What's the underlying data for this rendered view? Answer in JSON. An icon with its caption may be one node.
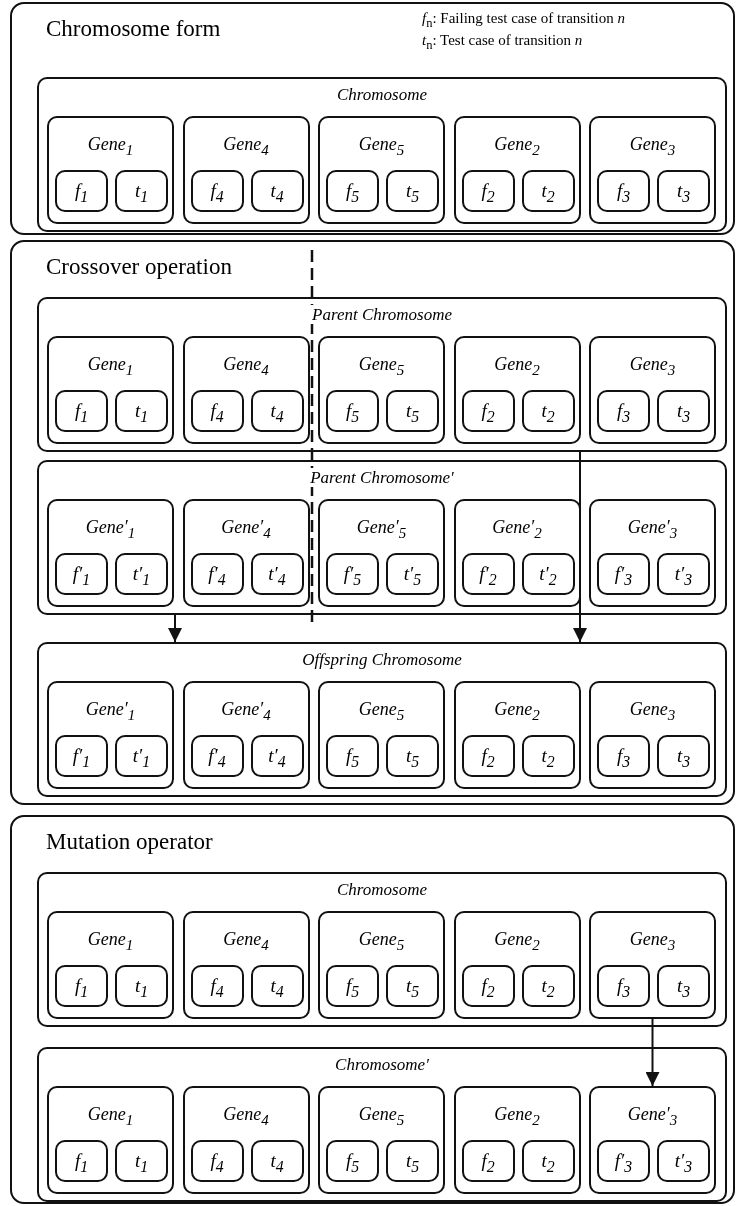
{
  "diagram": {
    "nodes": [
      {
        "text": [
          "Chromosome form"
        ]
      },
      {
        "text": [
          "Chromosome"
        ],
        "in": 0
      },
      {
        "text": [
          "Gene$_{1}$"
        ],
        "in": 1
      },
      {
        "text": [
          "f$_{1}$"
        ],
        "in": 2
      },
      {
        "text": [
          "t$_{1}$"
        ],
        "in": 2
      },
      {
        "text": [
          "Gene$_{4}$"
        ],
        "in": 1
      },
      {
        "text": [
          "f$_{4}$"
        ],
        "in": 5
      },
      {
        "text": [
          "t$_{4}$"
        ],
        "in": 5
      },
      {
        "text": [
          "Gene$_{5}$"
        ],
        "in": 1
      },
      {
        "text": [
          "f$_{5}$"
        ],
        "in": 8
      },
      {
        "text": [
          "t$_{5}$"
        ],
        "in": 8
      },
      {
        "text": [
          "Gene$_{2}$"
        ],
        "in": 1
      },
      {
        "text": [
          "f$_{2}$"
        ],
        "in": 11
      },
      {
        "text": [
          "t$_{2}$"
        ],
        "in": 11
      },
      {
        "text": [
          "Gene$_{3}$"
        ],
        "in": 1
      },
      {
        "text": [
          "f$_{3}$"
        ],
        "in": 14
      },
      {
        "text": [
          "t$_{3}$"
        ],
        "in": 14
      },
      {
        "text": [
          "Crossover operation"
        ]
      },
      {
        "text": [
          "Parent Chromosome"
        ],
        "in": 17
      },
      {
        "text": [
          "Gene$_{1}$"
        ],
        "in": 18
      },
      {
        "text": [
          "f$_{1}$"
        ],
        "in": 19
      },
      {
        "text": [
          "t$_{1}$"
        ],
        "in": 19
      },
      {
        "text": [
          "Gene$_{4}$"
        ],
        "in": 18
      },
      {
        "text": [
          "f$_{4}$"
        ],
        "in": 22
      },
      {
        "text": [
          "t$_{4}$"
        ],
        "in": 22
      },
      {
        "text": [
          "Gene$_{5}$"
        ],
        "in": 18
      },
      {
        "text": [
          "f$_{5}$"
        ],
        "in": 25
      },
      {
        "text": [
          "t$_{5}$"
        ],
        "in": 25
      },
      {
        "text": [
          "Gene$_{2}$"
        ],
        "in": 18
      },
      {
        "text": [
          "f$_{2}$"
        ],
        "in": 28
      },
      {
        "text": [
          "t$_{2}$"
        ],
        "in": 28
      },
      {
        "text": [
          "Gene$_{3}$"
        ],
        "in": 18
      },
      {
        "text": [
          "f$_{3}$"
        ],
        "in": 31
      },
      {
        "text": [
          "t$_{3}$"
        ],
        "in": 31
      },
      {
        "text": [
          "Parent Chromosome′"
        ],
        "in": 17
      },
      {
        "text": [
          "Gene′$_{1}$"
        ],
        "in": 34
      },
      {
        "text": [
          "f′$_{1}$"
        ],
        "in": 35
      },
      {
        "text": [
          "t′$_{1}$"
        ],
        "in": 35
      },
      {
        "text": [
          "Gene′$_{4}$"
        ],
        "in": 34
      },
      {
        "text": [
          "f′$_{4}$"
        ],
        "in": 38
      },
      {
        "text": [
          "t′$_{4}$"
        ],
        "in": 38
      },
      {
        "text": [
          "Gene′$_{5}$"
        ],
        "in": 34
      },
      {
        "text": [
          "f′$_{5}$"
        ],
        "in": 41
      },
      {
        "text": [
          "t′$_{5}$"
        ],
        "in": 41
      },
      {
        "text": [
          "Gene′$_{2}$"
        ],
        "in": 34
      },
      {
        "text": [
          "f′$_{2}$"
        ],
        "in": 44
      },
      {
        "text": [
          "t′$_{2}$"
        ],
        "in": 44
      },
      {
        "text": [
          "Gene′$_{3}$"
        ],
        "in": 34
      },
      {
        "text": [
          "f′$_{3}$"
        ],
        "in": 47
      },
      {
        "text": [
          "t′$_{3}$"
        ],
        "in": 47
      },
      {
        "text": [
          "Offspring Chromosome"
        ],
        "in": 17
      },
      {
        "text": [
          "Gene′$_{1}$"
        ],
        "in": 50
      },
      {
        "text": [
          "f′$_{1}$"
        ],
        "in": 51
      },
      {
        "text": [
          "t′$_{1}$"
        ],
        "in": 51
      },
      {
        "text": [
          "Gene′$_{4}$"
        ],
        "in": 50
      },
      {
        "text": [
          "f′$_{4}$"
        ],
        "in": 54
      },
      {
        "text": [
          "t′$_{4}$"
        ],
        "in": 54
      },
      {
        "text": [
          "Gene$_{5}$"
        ],
        "in": 50
      },
      {
        "text": [
          "f$_{5}$"
        ],
        "in": 57
      },
      {
        "text": [
          "t$_{5}$"
        ],
        "in": 57
      },
      {
        "text": [
          "Gene$_{2}$"
        ],
        "in": 50
      },
      {
        "text": [
          "f$_{2}$"
        ],
        "in": 60
      },
      {
        "text": [
          "t$_{2}$"
        ],
        "in": 60
      },
      {
        "text": [
          "Gene$_{3}$"
        ],
        "in": 50
      },
      {
        "text": [
          "f$_{3}$"
        ],
        "in": 63
      },
      {
        "text": [
          "t$_{3}$"
        ],
        "in": 63
      },
      {
        "text": [
          "Mutation operator"
        ]
      },
      {
        "text": [
          "Chromosome"
        ],
        "in": 66
      },
      {
        "text": [
          "Gene$_{1}$"
        ],
        "in": 67
      },
      {
        "text": [
          "f$_{1}$"
        ],
        "in": 68
      },
      {
        "text": [
          "t$_{1}$"
        ],
        "in": 68
      },
      {
        "text": [
          "Gene$_{4}$"
        ],
        "in": 67
      },
      {
        "text": [
          "f$_{4}$"
        ],
        "in": 71
      },
      {
        "text": [
          "t$_{4}$"
        ],
        "in": 71
      },
      {
        "text": [
          "Gene$_{5}$"
        ],
        "in": 67
      },
      {
        "text": [
          "f$_{5}$"
        ],
        "in": 74
      },
      {
        "text": [
          "t$_{5}$"
        ],
        "in": 74
      },
      {
        "text": [
          "Gene$_{2}$"
        ],
        "in": 67
      },
      {
        "text": [
          "f$_{2}$"
        ],
        "in": 77
      },
      {
        "text": [
          "t$_{2}$"
        ],
        "in": 77
      },
      {
        "text": [
          "Gene$_{3}$"
        ],
        "in": 67
      },
      {
        "text": [
          "f$_{3}$"
        ],
        "in": 80
      },
      {
        "text": [
          "t$_{3}$"
        ],
        "in": 80
      },
      {
        "text": [
          "Chromosome′"
        ],
        "in": 66
      },
      {
        "text": [
          "Gene$_{1}$"
        ],
        "in": 83
      },
      {
        "text": [
          "f$_{1}$"
        ],
        "in": 84
      },
      {
        "text": [
          "t$_{1}$"
        ],
        "in": 84
      },
      {
        "text": [
          "Gene$_{4}$"
        ],
        "in": 83
      },
      {
        "text": [
          "f$_{4}$"
        ],
        "in": 87
      },
      {
        "text": [
          "t$_{4}$"
        ],
        "in": 87
      },
      {
        "text": [
          "Gene$_{5}$"
        ],
        "in": 83
      },
      {
        "text": [
          "f$_{5}$"
        ],
        "in": 90
      },
      {
        "text": [
          "t$_{5}$"
        ],
        "in": 90
      },
      {
        "text": [
          "Gene$_{2}$"
        ],
        "in": 83
      },
      {
        "text": [
          "f$_{2}$"
        ],
        "in": 93
      },
      {
        "text": [
          "t$_{2}$"
        ],
        "in": 93
      },
      {
        "text": [
          "Gene′$_{3}$"
        ],
        "in": 83
      },
      {
        "text": [
          "f′$_{3}$"
        ],
        "in": 96
      },
      {
        "text": [
          "t′$_{3}$"
        ],
        "in": 96
      }
    ],
    "edges": [
      {
        "from": 34,
        "to": 50,
        "arrow": "to"
      },
      {
        "from": 18,
        "to": 50,
        "arrow": "to"
      },
      {
        "from": 80,
        "to": 96,
        "arrow": "to"
      }
    ],
    "labels": [
      "*f*$_{n}$: Failing test case of transition *n*",
      "*t*$_{n}$: Test case of transition *n*"
    ]
  }
}
